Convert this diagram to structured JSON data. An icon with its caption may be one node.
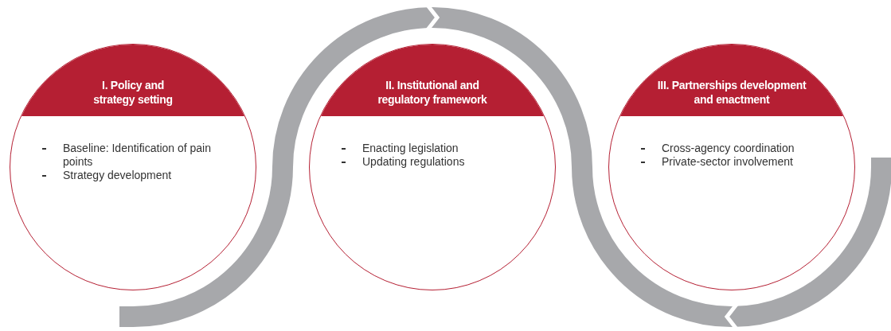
{
  "diagram": {
    "nodes": [
      {
        "text": [
          "I. Policy and strategy setting",
          "Baseline: Identification of pain points",
          "Strategy development"
        ]
      },
      {
        "text": [
          "II. Institutional and regulatory framework",
          "Enacting legislation",
          "Updating regulations"
        ]
      },
      {
        "text": [
          "III. Partnerships development and enactment",
          "Cross-agency coordination",
          "Private-sector involvement"
        ]
      }
    ]
  }
}
